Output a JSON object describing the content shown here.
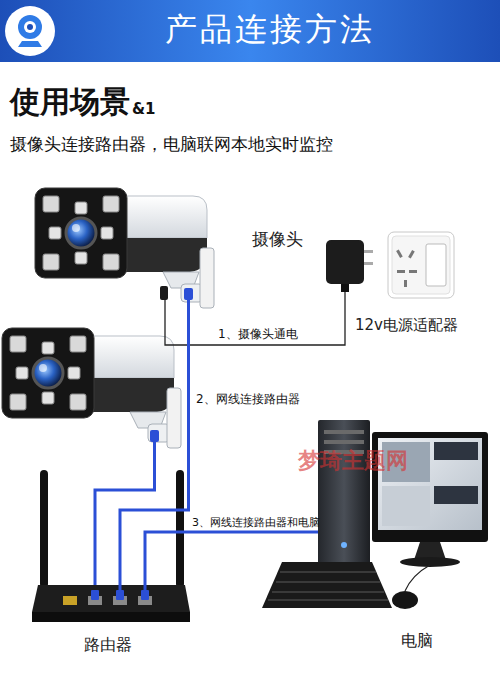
{
  "diagram": {
    "title": "产品连接方法",
    "nodes": [
      {
        "text": [
          "摄像头"
        ]
      },
      {
        "text": [
          "12v电源适配器"
        ]
      },
      {
        "text": [
          "路由器"
        ]
      },
      {
        "text": [
          "电脑"
        ]
      }
    ],
    "edges": [
      {
        "from": 1,
        "to": 0,
        "arrow": "none",
        "label": "1、摄像头通电"
      },
      {
        "from": 0,
        "to": 2,
        "arrow": "none",
        "label": "2、网线连接路由器"
      },
      {
        "from": 2,
        "to": 3,
        "arrow": "none",
        "label": "3、网线连接路由器和电脑"
      }
    ],
    "labels": [
      "使用场景",
      "&1",
      "摄像头连接路由器，电脑联网本地实时监控",
      "梦琦主题网"
    ]
  }
}
